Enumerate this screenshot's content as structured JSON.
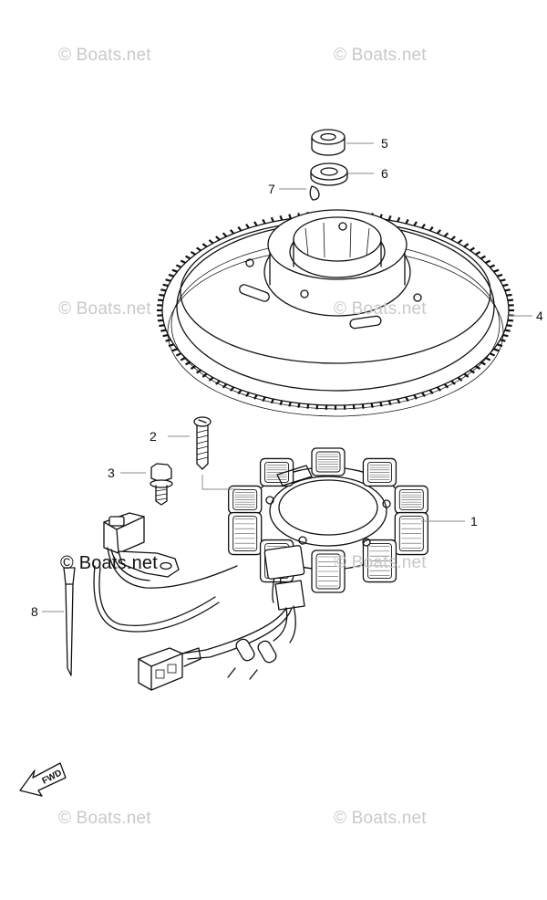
{
  "watermarks": {
    "w1": "© Boats.net",
    "w2": "© Boats.net",
    "w3": "© Boats.net",
    "w4": "© Boats.net",
    "w5": "© Boats.net",
    "w6": "© Boats.net",
    "w7": "© Boats.net",
    "w8": "© Boats.net"
  },
  "callouts": {
    "c1": "1",
    "c2": "2",
    "c3": "3",
    "c4": "4",
    "c5": "5",
    "c6": "6",
    "c7": "7",
    "c8": "8"
  },
  "fwd_label": "FWD"
}
